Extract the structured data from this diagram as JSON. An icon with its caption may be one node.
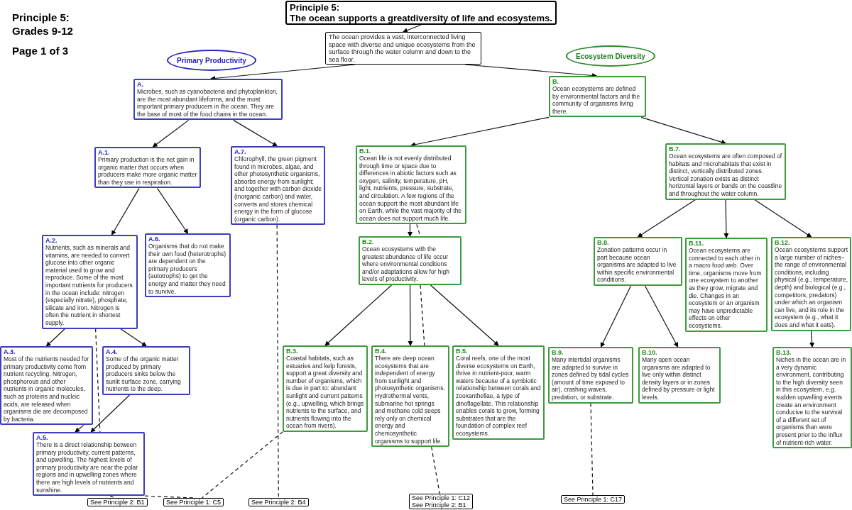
{
  "diagram": {
    "nodes": [
      {
        "text": [
          "Principle 5:",
          "The ocean supports a greatdiversity of life and ecosystems."
        ]
      },
      {
        "text": [
          "The ocean provides a vast, interconnected living space with diverse and unique ecosystems from the surface through the water column and down to the sea floor."
        ]
      },
      {
        "text": [
          "Primary Productivity"
        ]
      },
      {
        "text": [
          "Ecosystem Diversity"
        ]
      },
      {
        "text": [
          "A.",
          "Microbes, such as cyanobacteria and phytoplankton, are the most abundant lifeforms, and the most important primary producers in the ocean. They are the base of most of the food chains in the ocean."
        ]
      },
      {
        "text": [
          "B.",
          "Ocean ecosystems are defined by environmental factors and the community of organisms living there."
        ]
      },
      {
        "text": [
          "A.1.",
          "Primary production is the net gain in organic matter that occurs when producers make more organic matter than they use in respiration."
        ]
      },
      {
        "text": [
          "A.7.",
          "Chlorophyll, the green pigment found in microbes, algae, and other photosynthetic organisms, absorbs energy from sunlight; and together with carbon dioxide (inorganic carbon) and water, converts and stores chemical energy in the form of glucose (organic carbon)."
        ]
      },
      {
        "text": [
          "B.1.",
          "Ocean life is not evenly distributed through time or space due to differences in abiotic factors such as oxygen, salinity, temperature, pH, light, nutrients, pressure, substrate, and circulation. A few regions of the ocean support the most abundant life on Earth, while the vast majority of the ocean does not support much life."
        ]
      },
      {
        "text": [
          "B.7.",
          "Ocean ecosystems are often composed of habitats and microhabitats that exist in distinct, vertically distributed zones. Vertical zonation exists as distinct horizontal layers or bands on the coastline and throughout the water column."
        ]
      },
      {
        "text": [
          "A.2.",
          "Nutrients, such as minerals and vitamins, are needed to convert glucose into other organic material used to grow and reproduce. Some of the most important nutrients for producers in the ocean include: nitrogen (especially nitrate), phosphate, silicate and iron. Nitrogen is often the nutrient in shortest supply."
        ]
      },
      {
        "text": [
          "A.6.",
          "Organisms that do not make their own food (heterotrophs) are dependent on the primary producers (autotrophs) to get the energy and matter they need to survive."
        ]
      },
      {
        "text": [
          "B.2.",
          "Ocean ecosystems with the greatest abundance of life occur where environmental conditions and/or adaptations allow for high levels of productivity."
        ]
      },
      {
        "text": [
          "B.8.",
          "Zonation patterns occur in part because ocean organisms are adapted to live within specific environmental conditions."
        ]
      },
      {
        "text": [
          "B.11.",
          "Ocean ecosystems are connected to each other in a macro food web. Over time, organisms move from one ecosystem to another as they grow, migrate and die. Changes in an ecosystem or an organism may have unpredictable effects on other ecosystems."
        ]
      },
      {
        "text": [
          "B.12.",
          "Ocean ecosystems support a large number of niches–the range of environmental conditions, including physical (e.g., temperature, depth) and biological (e.g., competitors, predators) under which an organism can live, and its role in the ecosystem (e.g., what it does and what it eats)."
        ]
      },
      {
        "text": [
          "A.3.",
          "Most of the nutrients needed for primary productivity come from nutrient recycling. Nitrogen, phosphorous and other nutrients in organic molecules, such as proteins and nucleic acids, are released when organisms die are decomposed by bacteria."
        ]
      },
      {
        "text": [
          "A.4.",
          "Some of the organic matter produced by primary producers sinks below the sunlit surface zone, carrying nutrients to the deep."
        ]
      },
      {
        "text": [
          "B.3.",
          "Coastal habitats, such as estuaries and kelp forests, support a great diversity and number of organisms, which is due in part to: abundant sunlight and current patterns (e.g., upwelling, which brings nutrients to the surface, and nutrients flowing into the ocean from rivers)."
        ]
      },
      {
        "text": [
          "B.4.",
          "There are deep ocean ecosystems that are independent of energy from sunlight and photosynthetic  organisms. Hydrothermal vents, submarine hot springs and methane cold seeps rely only on chemical energy and chemosynthetic organisms to support life."
        ]
      },
      {
        "text": [
          "B.5.",
          "Coral reefs, one of the most diverse ecosystems on Earth, thrive in nutrient-poor, warm waters because of a symbiotic relationship between corals and zooxanthellae, a type of dinoflagellate. This relationship enables corals to grow, forming substrates that are the foundation of complex reef ecosystems."
        ]
      },
      {
        "text": [
          "B.9.",
          "Many intertidal organisms are adapted to survive in zones defined by tidal cycles (amount of time exposed to air), crashing waves, predation, or substrate."
        ]
      },
      {
        "text": [
          "B.10.",
          "Many open ocean organisms are adapted to live only within distinct density layers or in zones defined by pressure or light levels."
        ]
      },
      {
        "text": [
          "B.13.",
          "Niches in the ocean are in a very dynamic environment, contributing to the high diversity seen in this ecosystem, e.g. sudden upwelling events create an environment conducive to the survival of a different set of organisms than were present prior to the influx of nutrient-rich water."
        ]
      },
      {
        "text": [
          "A.5.",
          "There is a direct relationship between primary productivity, current patterns, and upwelling. The highest levels of primary productivity are near the polar regions and in upwelling zones where there are high levels of nutrients and sunshine."
        ]
      },
      {
        "text": [
          "See Principle 2: B1"
        ]
      },
      {
        "text": [
          "See Principle 1: C5"
        ]
      },
      {
        "text": [
          "See Principle 2: B4"
        ]
      },
      {
        "text": [
          "See Principle 1: C12",
          "See Principle 2: B1"
        ]
      },
      {
        "text": [
          "See Principle 1: C17"
        ]
      }
    ],
    "edges": [
      {
        "from": 0,
        "to": 1,
        "arrow": "to"
      },
      {
        "from": 1,
        "to": 4,
        "arrow": "to"
      },
      {
        "from": 1,
        "to": 5,
        "arrow": "to"
      },
      {
        "from": 4,
        "to": 6,
        "arrow": "to"
      },
      {
        "from": 4,
        "to": 7,
        "arrow": "to"
      },
      {
        "from": 5,
        "to": 8,
        "arrow": "to"
      },
      {
        "from": 5,
        "to": 9,
        "arrow": "to"
      },
      {
        "from": 6,
        "to": 10,
        "arrow": "to"
      },
      {
        "from": 6,
        "to": 11,
        "arrow": "to"
      },
      {
        "from": 8,
        "to": 12,
        "arrow": "to"
      },
      {
        "from": 8,
        "to": 12,
        "arrow": "none",
        "style": "dashed"
      },
      {
        "from": 10,
        "to": 16,
        "arrow": "to"
      },
      {
        "from": 10,
        "to": 17,
        "arrow": "to"
      },
      {
        "from": 10,
        "to": 24,
        "arrow": "none",
        "style": "dashed"
      },
      {
        "from": 16,
        "to": 24,
        "arrow": "to"
      },
      {
        "from": 17,
        "to": 24,
        "arrow": "to"
      },
      {
        "from": 12,
        "to": 18,
        "arrow": "to"
      },
      {
        "from": 12,
        "to": 19,
        "arrow": "to"
      },
      {
        "from": 12,
        "to": 19,
        "arrow": "none",
        "style": "dashed"
      },
      {
        "from": 12,
        "to": 20,
        "arrow": "to"
      },
      {
        "from": 9,
        "to": 13,
        "arrow": "to"
      },
      {
        "from": 9,
        "to": 14,
        "arrow": "to"
      },
      {
        "from": 9,
        "to": 15,
        "arrow": "to"
      },
      {
        "from": 13,
        "to": 21,
        "arrow": "to"
      },
      {
        "from": 13,
        "to": 22,
        "arrow": "to"
      },
      {
        "from": 15,
        "to": 23,
        "arrow": "to"
      },
      {
        "from": 24,
        "to": 25,
        "arrow": "none",
        "style": "dashed"
      },
      {
        "from": 24,
        "to": 26,
        "arrow": "none",
        "style": "dashed"
      },
      {
        "from": 18,
        "to": 26,
        "arrow": "none",
        "style": "dashed"
      },
      {
        "from": 7,
        "to": 27,
        "arrow": "none",
        "style": "dashed"
      },
      {
        "from": 19,
        "to": 28,
        "arrow": "none",
        "style": "dashed"
      },
      {
        "from": 21,
        "to": 29,
        "arrow": "none",
        "style": "dashed"
      }
    ],
    "labels": [
      "Principle 5: Grades 9-12",
      "Page 1 of 3"
    ]
  }
}
